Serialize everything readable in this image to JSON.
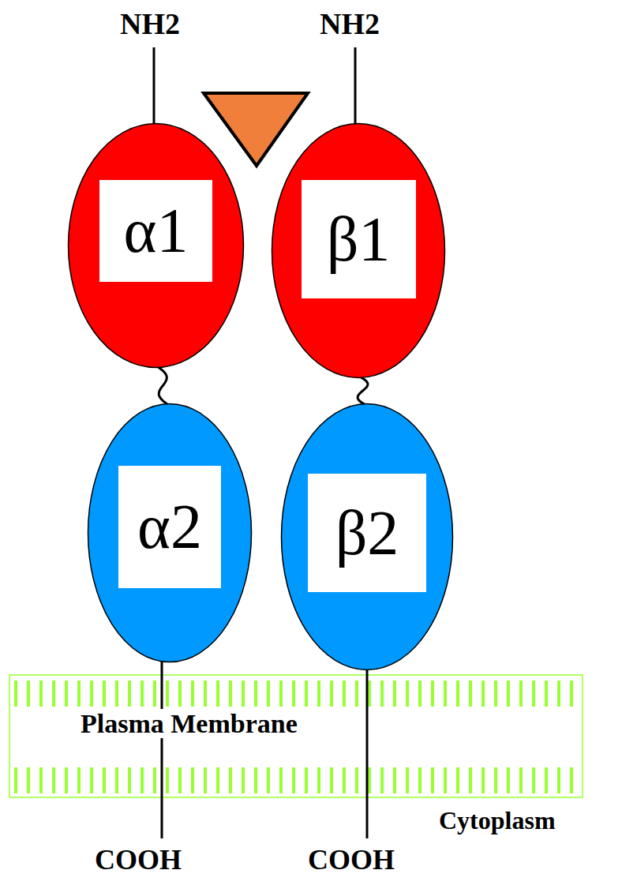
{
  "diagram": {
    "nodes": [
      {
        "text": [
          "α1"
        ]
      },
      {
        "text": [
          "β1"
        ]
      },
      {
        "text": [
          "α2"
        ]
      },
      {
        "text": [
          "β2"
        ]
      }
    ],
    "edges": [
      {
        "from": 0,
        "to": 2,
        "arrow": "none"
      },
      {
        "from": 1,
        "to": 3,
        "arrow": "none"
      }
    ],
    "labels": [
      "NH2",
      "NH2",
      "Plasma Membrane",
      "Cytoplasm",
      "COOH",
      "COOH"
    ]
  }
}
